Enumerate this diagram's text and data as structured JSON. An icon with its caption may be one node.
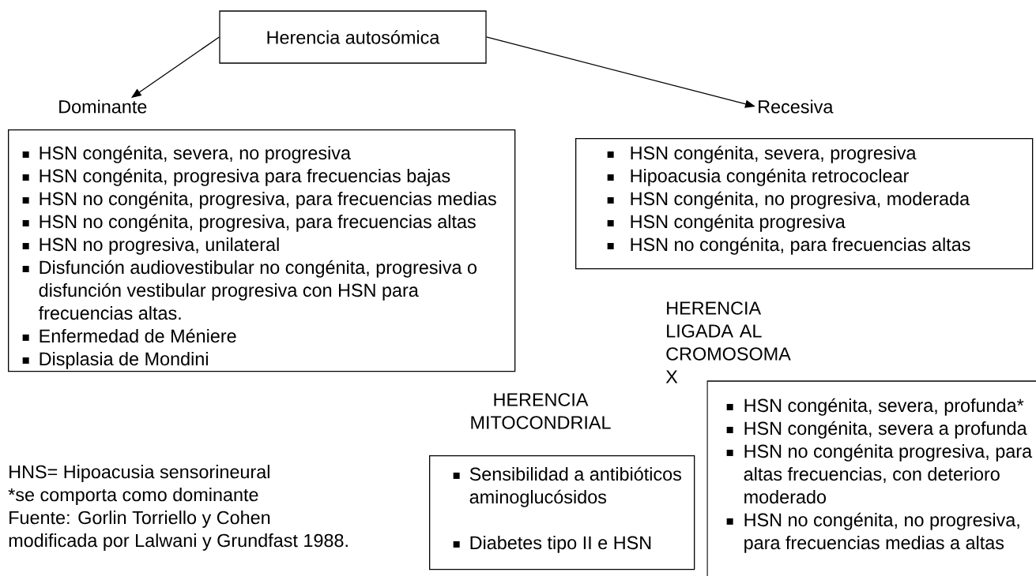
{
  "diagram": {
    "nodes": [
      {
        "text": [
          "Herencia autosómica"
        ]
      },
      {
        "text": [
          "Dominante"
        ]
      },
      {
        "text": [
          "Recesiva"
        ]
      },
      {
        "text": [
          "HSN congénita, severa, no progresiva",
          "HSN congénita, progresiva para frecuencias bajas",
          "HSN no congénita, progresiva, para frecuencias medias",
          "HSN no congénita, progresiva, para frecuencias altas",
          "HSN no progresiva, unilateral",
          "Disfunción audiovestibular no congénita, progresiva o disfunción vestibular progresiva con HSN para frecuencias altas.",
          "Enfermedad de Méniere",
          "Displasia de Mondini"
        ]
      },
      {
        "text": [
          "HSN congénita, severa, progresiva",
          "Hipoacusia congénita retrococlear",
          "HSN congénita, no progresiva, moderada",
          "HSN congénita progresiva",
          "HSN no congénita, para frecuencias altas"
        ]
      },
      {
        "text": [
          "HERENCIA LIGADA AL CROMOSOMA X",
          "HSN congénita, severa, profunda*",
          "HSN congénita, severa a profunda",
          "HSN no congénita progresiva, para altas frecuencias, con deterioro moderado",
          "HSN no congénita, no progresiva, para frecuencias medias a altas"
        ]
      },
      {
        "text": [
          "HERENCIA MITOCONDRIAL",
          "Sensibilidad a antibióticos aminoglucósidos",
          "Diabetes tipo II e HSN"
        ]
      }
    ],
    "edges": [
      {
        "from": 0,
        "to": 1,
        "arrow": "to"
      },
      {
        "from": 0,
        "to": 2,
        "arrow": "to"
      }
    ],
    "labels": [
      "HNS= Hipoacusia sensorineural",
      "*se comporta como dominante",
      "Fuente: Gorlin Torriello y Cohen",
      "modificada por Lalwani y Grundfast 1988."
    ]
  }
}
